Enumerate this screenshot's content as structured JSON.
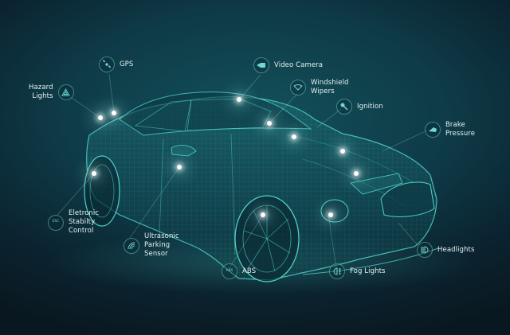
{
  "colors": {
    "background_top": "#0e3b47",
    "background_bottom": "#091820",
    "wireframe": "#4fd1c5",
    "icon": "#6fd8d0",
    "label_text": "#e6f2f2",
    "hotspot": "#ffffff"
  },
  "callouts": [
    {
      "id": "hazard-lights",
      "label": "Hazard\nLights",
      "icon": "warning-triangle-icon",
      "glyph": "⚠"
    },
    {
      "id": "gps",
      "label": "GPS",
      "icon": "satellite-icon",
      "glyph": "🛰"
    },
    {
      "id": "video-camera",
      "label": "Video Camera",
      "icon": "video-camera-icon",
      "glyph": "▶"
    },
    {
      "id": "windshield-wipers",
      "label": "Windshield\nWipers",
      "icon": "wiper-icon",
      "glyph": "⌒"
    },
    {
      "id": "ignition",
      "label": "Ignition",
      "icon": "key-icon",
      "glyph": "⚷"
    },
    {
      "id": "brake-pressure",
      "label": "Brake\nPressure",
      "icon": "brake-icon",
      "glyph": "◢"
    },
    {
      "id": "electronic-stability-control",
      "label": "Eletronic\nStabilty\nControl",
      "icon": "esc-icon",
      "glyph": "ESC"
    },
    {
      "id": "ultrasonic-parking-sensor",
      "label": "Ultrasonic\nParking\nSensor",
      "icon": "sensor-waves-icon",
      "glyph": ")))"
    },
    {
      "id": "abs",
      "label": "ABS",
      "icon": "abs-icon",
      "glyph": "ABS"
    },
    {
      "id": "fog-lights",
      "label": "Fog Lights",
      "icon": "fog-light-icon",
      "glyph": "D‡"
    },
    {
      "id": "headlights",
      "label": "Headlights",
      "icon": "headlight-icon",
      "glyph": "≡D"
    }
  ]
}
